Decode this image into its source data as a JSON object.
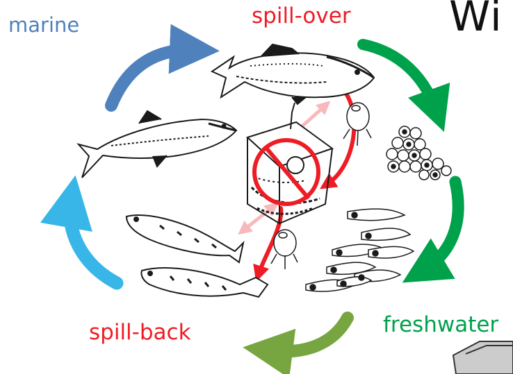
{
  "labels": {
    "marine": "marine",
    "spill_over": "spill-over",
    "freshwater": "freshwater",
    "spill_back": "spill-back",
    "title_fragment": "Wi"
  },
  "colors": {
    "marine": "#4f81bd",
    "spill": "#ee1c25",
    "freshwater": "#00a14b",
    "olive": "#77a540",
    "light_blue": "#38b6e8",
    "pink": "#f8b9bd",
    "ink": "#1a1a1a"
  },
  "illustrations": [
    "adult-salmon-spawning",
    "salmon-marine",
    "salmon-eggs",
    "salmon-alevins",
    "juvenile-salmon-pair",
    "net-pen-cage",
    "sea-louse"
  ]
}
